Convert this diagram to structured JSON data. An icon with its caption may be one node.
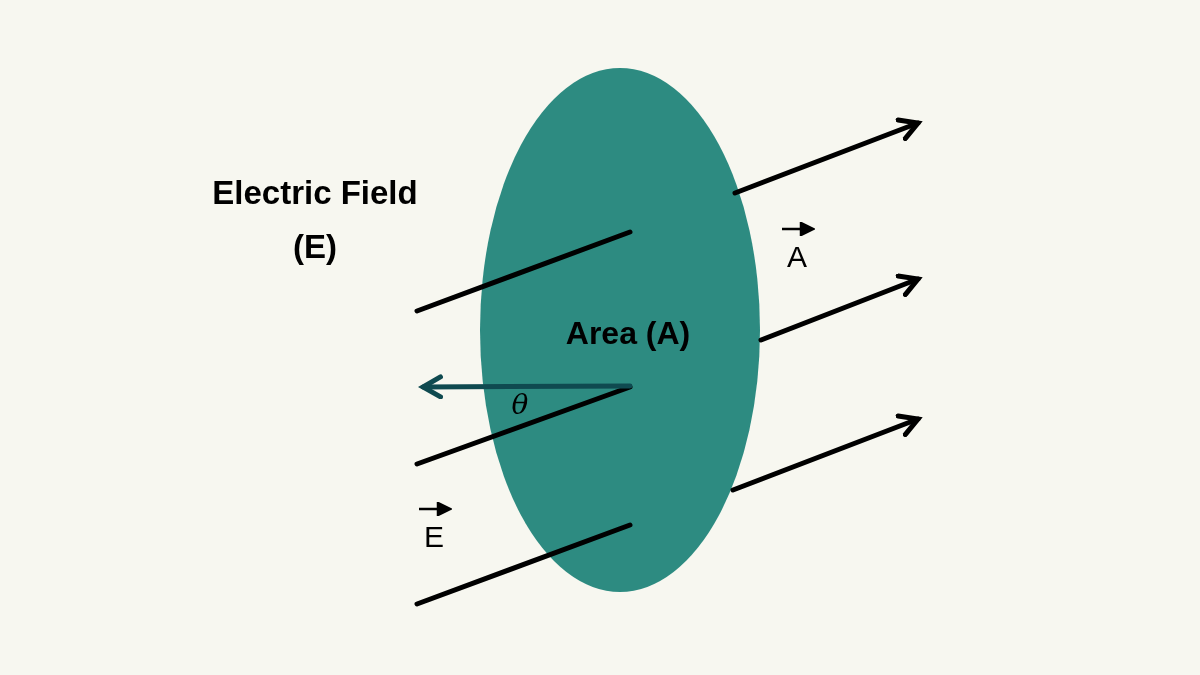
{
  "diagram": {
    "nodes": [
      {
        "text": [
          "Area (A)"
        ]
      }
    ],
    "labels": [
      "Electric Field (E)",
      "θ",
      "E",
      "A"
    ]
  }
}
